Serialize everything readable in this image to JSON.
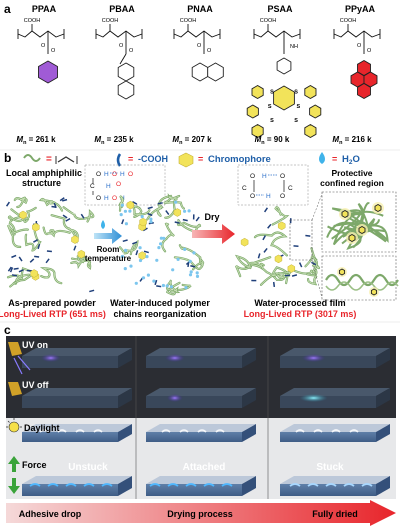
{
  "panel_a": {
    "label": "a",
    "polymers": [
      {
        "name": "PPAA",
        "mn": "261 k",
        "color": "#a05bd6"
      },
      {
        "name": "PBAA",
        "mn": "235 k",
        "color": "#ffffff"
      },
      {
        "name": "PNAA",
        "mn": "207 k",
        "color": "#ffffff"
      },
      {
        "name": "PSAA",
        "mn": "90 k",
        "color": "#f2e35a"
      },
      {
        "name": "PPyAA",
        "mn": "216 k",
        "color": "#e8252b"
      }
    ],
    "mn_prefix": "M",
    "mn_sub": "n",
    "cooh": "COOH",
    "nh": "NH",
    "s": "S"
  },
  "panel_b": {
    "label": "b",
    "legend": {
      "eq": "=",
      "cooh": "-COOH",
      "chromophore": "Chromophore",
      "water": "H",
      "water_sub": "2",
      "water_tail": "O"
    },
    "hbond_labels": {
      "o": "O",
      "h": "H",
      "c": "C"
    },
    "local_structure": [
      "Local amphiphilic",
      "structure"
    ],
    "protective": [
      "Protective",
      "confined region"
    ],
    "room_temp": [
      "Room",
      "temperature"
    ],
    "dry": "Dry",
    "captions": [
      {
        "line1": "As-prepared powder",
        "line2": "Long-Lived RTP (651 ms)"
      },
      {
        "line1": "Water-induced polymer",
        "line2": "chains reorganization"
      },
      {
        "line1": "Water-processed film",
        "line2": "Long-Lived RTP (3017 ms)"
      }
    ],
    "accent_red": "#e8252b"
  },
  "panel_c": {
    "label": "c",
    "uv_on": "UV on",
    "uv_off": "UV off",
    "daylight": "Daylight",
    "force": "Force",
    "states": [
      "Unstuck",
      "Attached",
      "Stuck"
    ],
    "arrow_labels": [
      "Adhesive drop",
      "Drying process",
      "Fully dried"
    ]
  }
}
